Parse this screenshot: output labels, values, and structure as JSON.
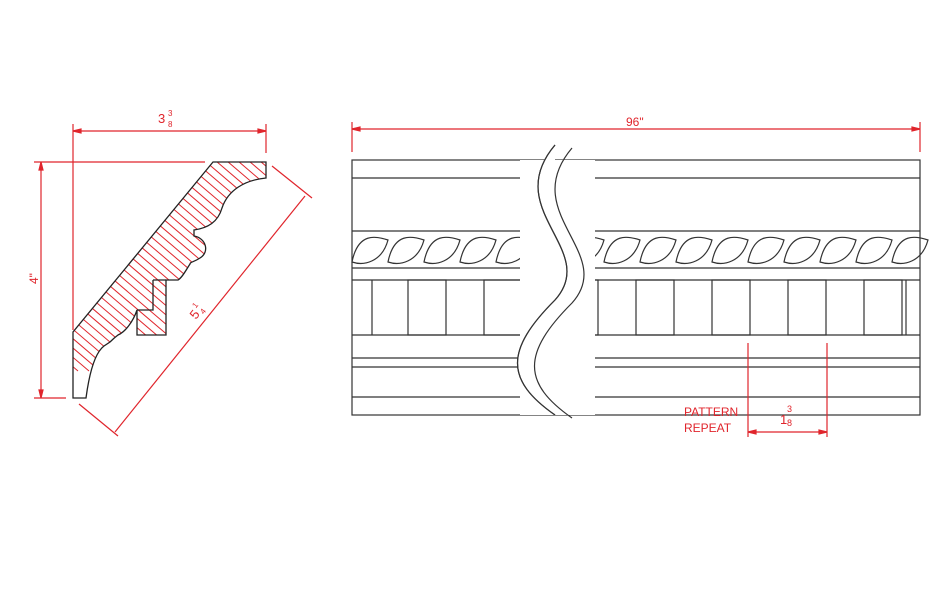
{
  "colors": {
    "outline": "#222222",
    "dimension": "#e0252c"
  },
  "profile": {
    "width_label": "3",
    "width_frac_num": "3",
    "width_frac_den": "8",
    "height_label": "4\"",
    "diag_label": "5",
    "diag_frac_num": "1",
    "diag_frac_den": "4"
  },
  "elevation": {
    "length_label": "96\"",
    "pattern_label_1": "PATTERN",
    "pattern_label_2": "REPEAT",
    "repeat_whole": "1",
    "repeat_num": "3",
    "repeat_den": "8"
  }
}
